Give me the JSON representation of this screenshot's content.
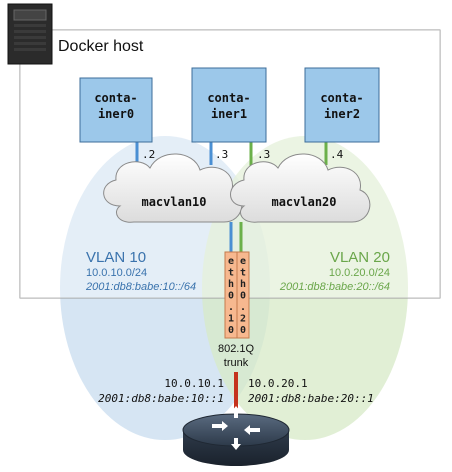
{
  "host": {
    "title": "Docker host"
  },
  "containers": [
    {
      "name_line1": "conta-",
      "name_line2": "iner0",
      "port": ".2"
    },
    {
      "name_line1": "conta-",
      "name_line2": "iner1",
      "port_a": ".3",
      "port_b": ".3"
    },
    {
      "name_line1": "conta-",
      "name_line2": "iner2",
      "port": ".4"
    }
  ],
  "networks": [
    {
      "name": "macvlan10"
    },
    {
      "name": "macvlan20"
    }
  ],
  "vlans": [
    {
      "title": "VLAN 10",
      "subnet_v4": "10.0.10.0/24",
      "subnet_v6": "2001:db8:babe:10::/64",
      "color": "#3a73ad"
    },
    {
      "title": "VLAN 20",
      "subnet_v4": "10.0.20.0/24",
      "subnet_v6": "2001:db8:babe:20::/64",
      "color": "#6aa64a"
    }
  ],
  "interfaces": {
    "eth10": [
      "e",
      "t",
      "h",
      "0",
      ".",
      "1",
      "0"
    ],
    "eth20": [
      "e",
      "t",
      "h",
      "0",
      ".",
      "2",
      "0"
    ]
  },
  "trunk": {
    "line1": "802.1Q",
    "line2": "trunk"
  },
  "router": {
    "ipv4_a": "10.0.10.1",
    "ipv4_b": "10.0.20.1",
    "ipv6_a": "2001:db8:babe:10::1",
    "ipv6_b": "2001:db8:babe:20::1"
  },
  "colors": {
    "vlan10_fill": "#cfe0f1",
    "vlan20_fill": "#d7e9c7",
    "container_fill": "#9cc8ea",
    "link_blue": "#4a8fd3",
    "link_green": "#6bb04a",
    "trunk_fill": "#f7b88f",
    "trunk_red": "#c5321d"
  }
}
